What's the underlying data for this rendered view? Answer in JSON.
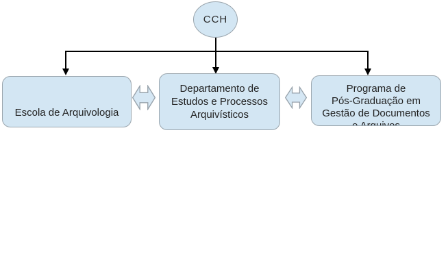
{
  "org_chart": {
    "root": {
      "label": "CCH"
    },
    "boxes": [
      {
        "id": "escola",
        "lines": [
          "Escola de Arquivologia"
        ]
      },
      {
        "id": "departamento",
        "lines": [
          "Departamento de",
          "Estudos e Processos",
          "Arquivísticos"
        ]
      },
      {
        "id": "programa",
        "lines": [
          "Programa de",
          "Pós-Graduação em",
          "Gestão de Documentos",
          "e Arquivos"
        ],
        "note_last_line_clipped": true
      }
    ],
    "colors": {
      "node_fill": "#d3e6f3",
      "node_border": "#9aa5ad",
      "connector": "#000000",
      "background": "#ffffff"
    }
  }
}
